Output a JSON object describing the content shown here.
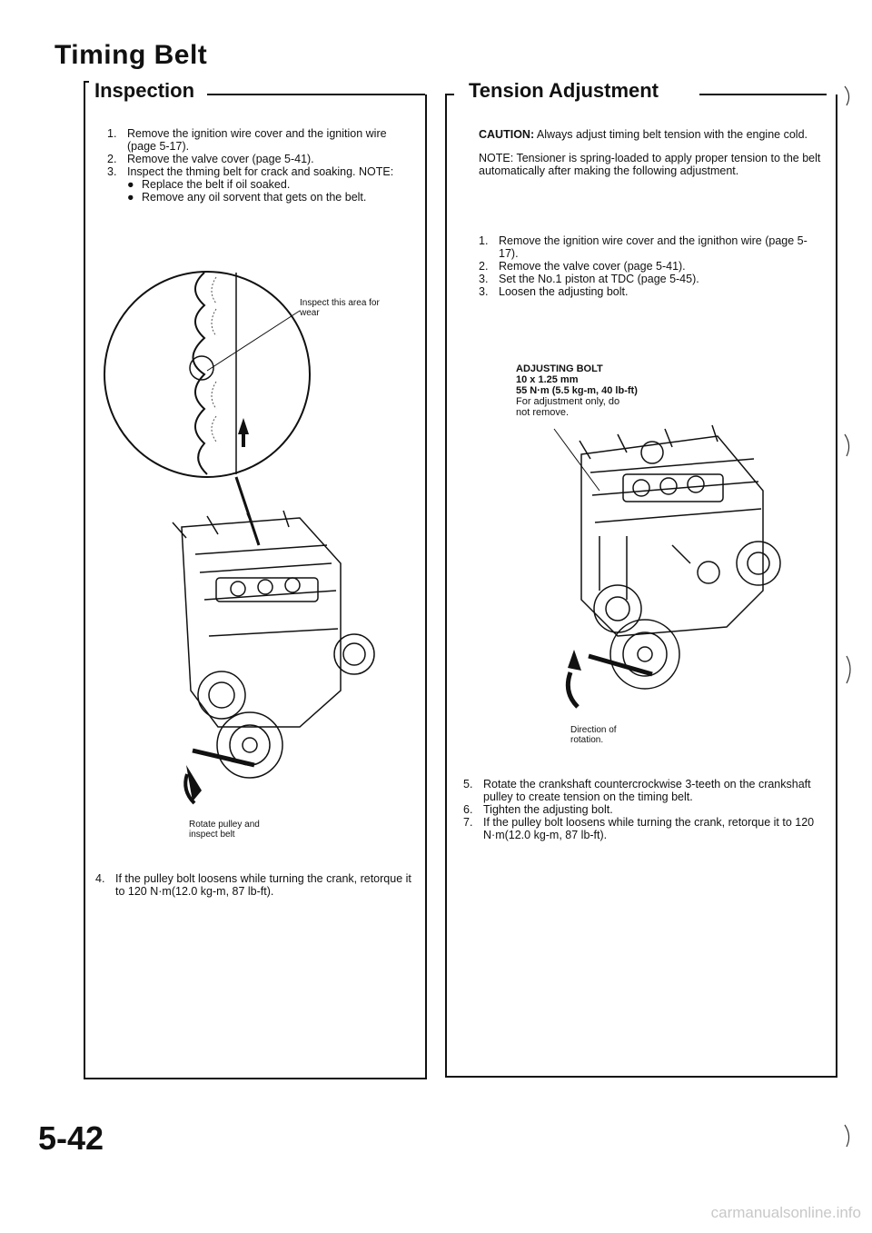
{
  "page": {
    "title": "Timing Belt",
    "page_number": "5-42",
    "watermark": "carmanualsonline.info"
  },
  "inspection": {
    "heading": "Inspection",
    "steps": [
      {
        "num": "1.",
        "text": "Remove the ignition wire cover and the ignition wire (page 5-17)."
      },
      {
        "num": "2.",
        "text": "Remove the valve cover (page 5-41)."
      },
      {
        "num": "3.",
        "text": "Inspect the thming belt for crack and soaking. NOTE:"
      }
    ],
    "notes": [
      "Replace the belt if oil soaked.",
      "Remove any oil sorvent that gets on the belt."
    ],
    "callout_wear": "Inspect this area for wear",
    "callout_rotate": "Rotate pulley and inspect belt",
    "step4": {
      "num": "4.",
      "text": "If the pulley bolt loosens while turning the crank, retorque it to 120 N·m(12.0 kg-m, 87 lb-ft)."
    }
  },
  "tension": {
    "heading": "Tension Adjustment",
    "caution_label": "CAUTION:",
    "caution_text": "Always adjust timing belt tension with the engine cold.",
    "note_text": "NOTE: Tensioner is spring-loaded to apply proper tension to the belt automatically after making the following adjustment.",
    "steps": [
      {
        "num": "1.",
        "text": "Remove the ignition wire cover and the ignithon wire (page 5-17)."
      },
      {
        "num": "2.",
        "text": "Remove the valve cover (page 5-41)."
      },
      {
        "num": "3.",
        "text": "Set the No.1 piston at TDC (page 5-45)."
      },
      {
        "num": "3.",
        "text": "Loosen the adjusting bolt."
      }
    ],
    "bolt_label": "ADJUSTING BOLT",
    "bolt_size": "10 x 1.25 mm",
    "bolt_torque": "55 N·m (5.5 kg-m, 40 lb-ft)",
    "bolt_note": "For adjustment only, do not remove.",
    "direction_label": "Direction of rotation.",
    "steps_b": [
      {
        "num": "5.",
        "text": "Rotate the crankshaft countercrockwise 3-teeth on the crankshaft pulley to create tension on the timing belt."
      },
      {
        "num": "6.",
        "text": "Tighten the adjusting bolt."
      },
      {
        "num": "7.",
        "text": "If the pulley bolt loosens while turning the crank, retorque it to 120 N·m(12.0 kg-m, 87 lb-ft)."
      }
    ]
  },
  "icons": {
    "bullet": "filled-circle-bullet"
  }
}
